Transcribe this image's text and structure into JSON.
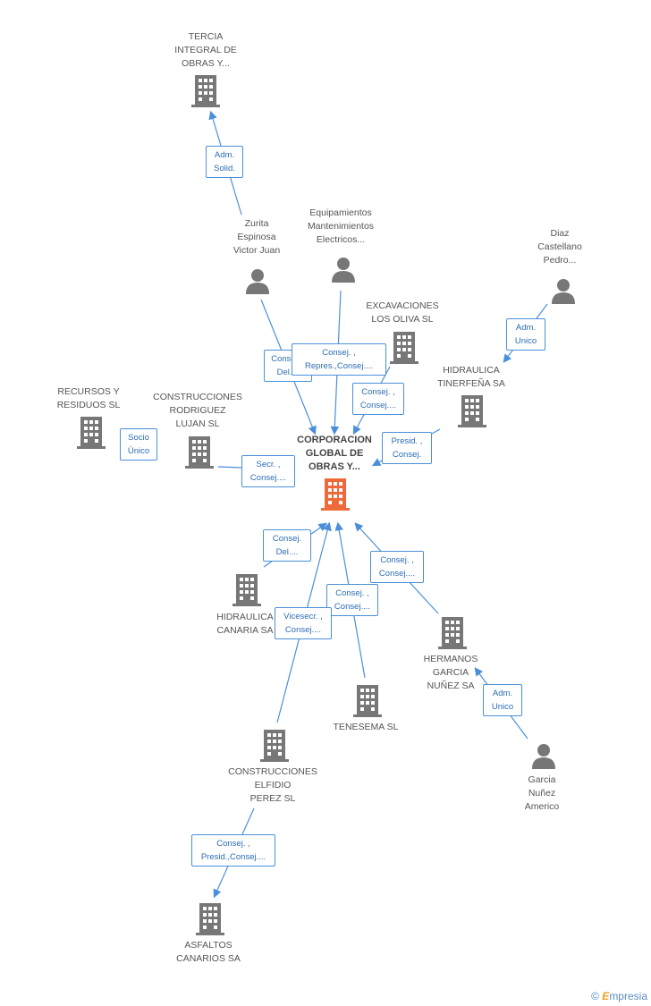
{
  "colors": {
    "accent": "#4a90d9",
    "node": "#777777",
    "center_node": "#ee6a3a"
  },
  "nodes": {
    "center": {
      "label": "CORPORACION\nGLOBAL DE\nOBRAS Y..."
    },
    "tercia": {
      "label": "TERCIA\nINTEGRAL DE\nOBRAS Y..."
    },
    "zurita": {
      "label": "Zurita\nEspinosa\nVictor Juan"
    },
    "equipamientos": {
      "label": "Equipamientos\nMantenimientos\nElectricos..."
    },
    "diaz": {
      "label": "Diaz\nCastellano\nPedro..."
    },
    "excavaciones": {
      "label": "EXCAVACIONES\nLOS OLIVA  SL"
    },
    "hidraulica_tin": {
      "label": "HIDRAULICA\nTINERFEÑA SA"
    },
    "recursos": {
      "label": "RECURSOS Y\nRESIDUOS SL"
    },
    "rodriguez": {
      "label": "CONSTRUCCIONES\nRODRIGUEZ\nLUJAN SL"
    },
    "hidraulica_can": {
      "label": "HIDRAULICA\nCANARIA SA"
    },
    "hermanos": {
      "label": "HERMANOS\nGARCIA\nNUÑEZ SA"
    },
    "tenesema": {
      "label": "TENESEMA SL"
    },
    "elfidio": {
      "label": "CONSTRUCCIONES\nELFIDIO\nPEREZ  SL"
    },
    "garcia": {
      "label": "Garcia\nNuñez\nAmerico"
    },
    "asfaltos": {
      "label": "ASFALTOS\nCANARIOS SA"
    }
  },
  "edges": {
    "zurita_tercia": "Adm.\nSolid.",
    "diaz_hidtin": "Adm.\nUnico",
    "zurita_center": "Consej. ,\nDel....",
    "equip_center": "Consej. ,\nRepres.,Consej....",
    "excav_center": "Consej. ,\nConsej....",
    "hidtin_center": "Presid. ,\nConsej.",
    "recursos_rodriguez": "Socio\nÚnico",
    "rodriguez_center": "Secr. ,\nConsej....",
    "hidcan_center": "Consej.\nDel....",
    "tenesema_center": "Consej. ,\nConsej....",
    "elfidio_center": "Vicesecr. ,\nConsej....",
    "hermanos_center": "Consej. ,\nConsej....",
    "garcia_hermanos": "Adm.\nUnico",
    "elfidio_asfaltos": "Consej. ,\nPresid.,Consej...."
  },
  "footer": {
    "copyright": "©",
    "brand_e": "E",
    "brand_rest": "mpresia"
  }
}
